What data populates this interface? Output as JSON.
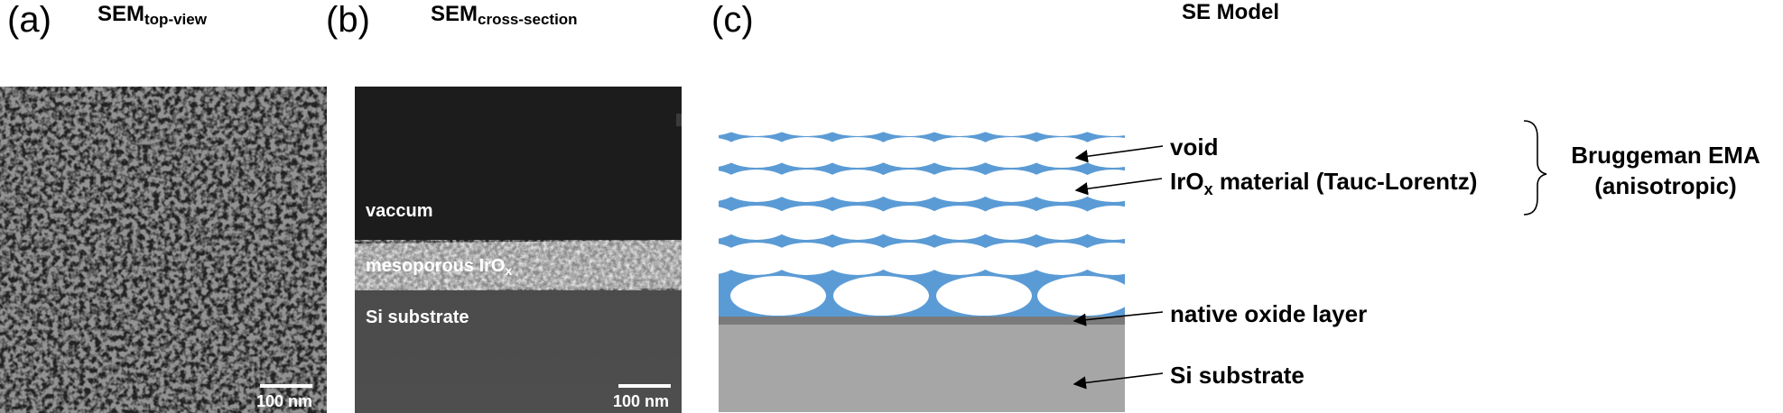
{
  "panels": {
    "a": {
      "letter": "(a)",
      "title_main": "SEM",
      "title_sub": "top-view",
      "scale_label": "100 nm"
    },
    "b": {
      "letter": "(b)",
      "title_main": "SEM",
      "title_sub": "cross-section",
      "label_vacuum": "vaccum",
      "label_layer_main": "mesoporous IrO",
      "label_layer_sub": "x",
      "label_substrate": "Si substrate",
      "scale_label": "100 nm"
    },
    "c": {
      "letter": "(c)",
      "title": "SE Model",
      "label_void": "void",
      "label_material_pre": "IrO",
      "label_material_sub": "x",
      "label_material_post": " material (Tauc-Lorentz)",
      "label_oxide": "native oxide layer",
      "label_substrate": "Si substrate",
      "ema_line1": "Bruggeman EMA",
      "ema_line2": "(anisotropic)"
    }
  },
  "colors": {
    "ir_material": "#5b9bd5",
    "void": "#ffffff",
    "native_oxide": "#7a7a7a",
    "si_substrate": "#a6a6a6",
    "sem_vacuum": "#1c1c1c",
    "sem_substrate": "#4a4a4a"
  }
}
